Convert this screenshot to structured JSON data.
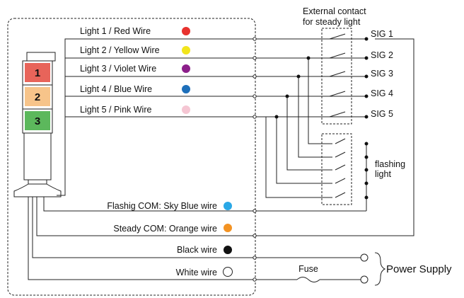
{
  "external_contact": {
    "line1": "External contact",
    "line2": "for steady light"
  },
  "flashing": {
    "line1": "flashing",
    "line2": "light"
  },
  "wires": [
    {
      "label": "Light 1 / Red Wire",
      "color": "#e8322e"
    },
    {
      "label": "Light 2 / Yellow Wire",
      "color": "#f2e51c"
    },
    {
      "label": "Light 3 / Violet Wire",
      "color": "#8c1f8a"
    },
    {
      "label": "Light 4 / Blue Wire",
      "color": "#1e6fba"
    },
    {
      "label": "Light 5 / Pink Wire",
      "color": "#f5c6d3"
    }
  ],
  "com_wires": [
    {
      "label": "Flashig COM: Sky Blue wire",
      "color": "#2aa8e6"
    },
    {
      "label": "Steady COM: Orange wire",
      "color": "#f39323"
    }
  ],
  "power_wires": [
    {
      "label": "Black wire",
      "color": "#111111"
    },
    {
      "label": "White wire",
      "color": "#ffffff"
    }
  ],
  "signals": [
    "SIG 1",
    "SIG 2",
    "SIG 3",
    "SIG 4",
    "SIG 5"
  ],
  "tower": [
    {
      "num": "1",
      "color": "#e8645a"
    },
    {
      "num": "2",
      "color": "#f7c48a"
    },
    {
      "num": "3",
      "color": "#5cb85c"
    }
  ],
  "fuse_label": "Fuse",
  "power_label": "Power Supply"
}
